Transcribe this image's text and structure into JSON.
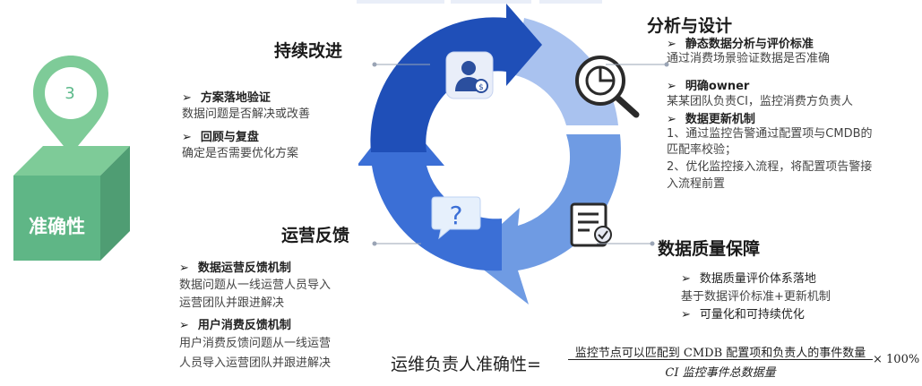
{
  "left_box": {
    "number": "3",
    "title": "准确性",
    "colors": {
      "top": "#7ecb98",
      "front": "#5fb686",
      "side": "#4f9d73",
      "pin": "#7ecb98"
    }
  },
  "cycle": {
    "colors": {
      "top_right": "#a9c2ef",
      "bottom_right": "#6f9be3",
      "bottom_left": "#3b6fd6",
      "top_left": "#1f4fb8"
    },
    "icons": [
      "user-coin-icon",
      "pie-chart-magnifier-icon",
      "document-certificate-icon",
      "question-bubble-icon"
    ]
  },
  "sections": {
    "continuous_improvement": {
      "title": "持续改进",
      "items": [
        {
          "head": "方案落地验证",
          "text": [
            "数据问题是否解决或改善"
          ]
        },
        {
          "head": "回顾与复盘",
          "text": [
            "确定是否需要优化方案"
          ]
        }
      ]
    },
    "analysis_design": {
      "title": "分析与设计",
      "items": [
        {
          "head": "静态数据分析与评价标准",
          "text": [
            "通过消费场景验证数据是否准确"
          ]
        },
        {
          "head": "明确owner",
          "text": [
            "某某团队负责CI，监控消费方负责人"
          ]
        },
        {
          "head": "数据更新机制",
          "text": [
            "1、通过监控告警通过配置项与CMDB的",
            "匹配率校验；",
            "2、优化监控接入流程，将配置项告警接",
            "入流程前置"
          ]
        }
      ]
    },
    "operation_feedback": {
      "title": "运营反馈",
      "items": [
        {
          "head": "数据运营反馈机制",
          "text": [
            "数据问题从一线运营人员导入",
            "运营团队并跟进解决"
          ]
        },
        {
          "head": "用户消费反馈机制",
          "text": [
            "用户消费反馈问题从一线运营",
            "人员导入运营团队并跟进解决"
          ]
        }
      ]
    },
    "data_quality": {
      "title": "数据质量保障",
      "items": [
        {
          "head": "数据质量评价体系落地",
          "text": [
            "基于数据评价标准+更新机制"
          ]
        },
        {
          "head": "可量化和可持续优化",
          "text": []
        }
      ]
    }
  },
  "formula": {
    "label": "运维负责人准确性=",
    "numerator": "监控节点可以匹配到 CMDB 配置项和负责人的事件数量",
    "denominator": "CI 监控事件总数据量",
    "multiplier": "× 100%"
  }
}
